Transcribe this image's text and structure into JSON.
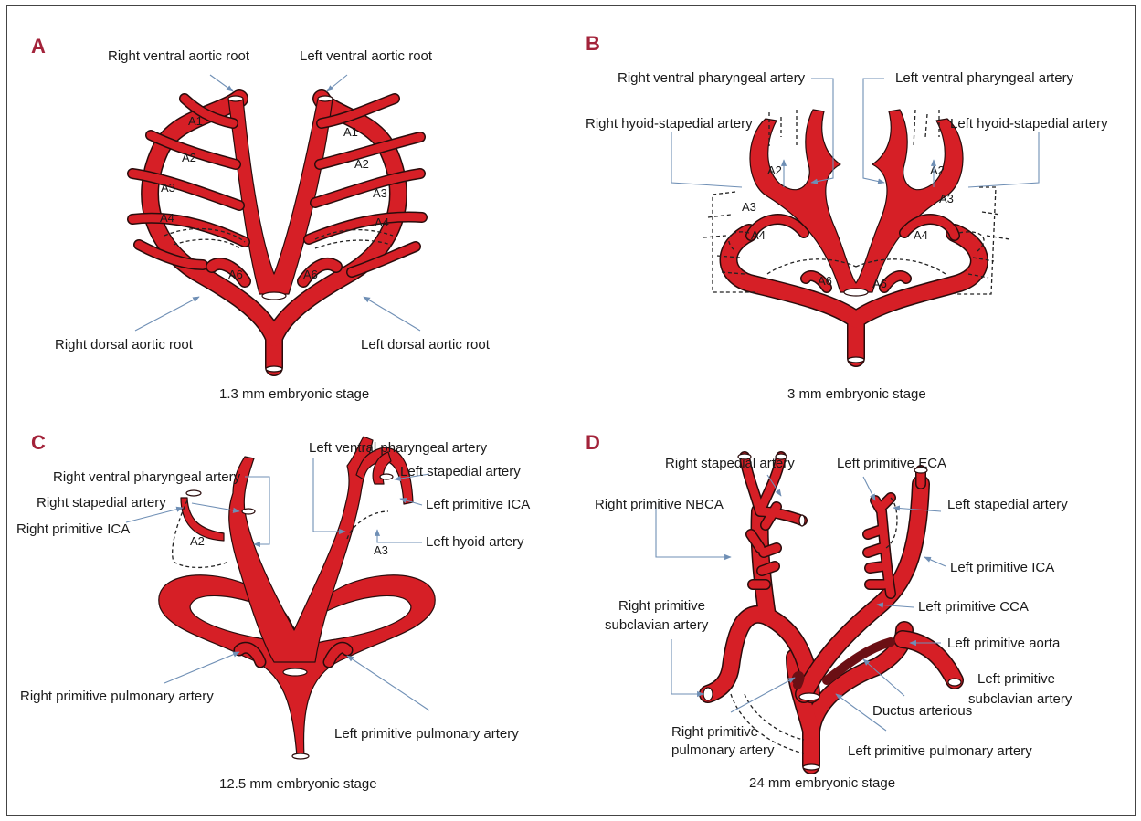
{
  "colors": {
    "artery": "#d61f26",
    "artery_outline": "#2a0c0c",
    "panel_letter": "#a3233a",
    "pointer": "#6f8fb5",
    "ductus": "#6b0f14"
  },
  "panels": {
    "a": {
      "letter": "A",
      "caption": "1.3 mm embryonic stage",
      "labels": {
        "right_ventral_aortic_root": "Right ventral aortic root",
        "left_ventral_aortic_root": "Left ventral aortic root",
        "right_dorsal_aortic_root": "Right dorsal aortic root",
        "left_dorsal_aortic_root": "Left dorsal aortic root"
      },
      "arches": {
        "r_a1": "A1",
        "r_a2": "A2",
        "r_a3": "A3",
        "r_a4": "A4",
        "r_a6": "A6",
        "l_a1": "A1",
        "l_a2": "A2",
        "l_a3": "A3",
        "l_a4": "A4",
        "l_a6": "A6"
      }
    },
    "b": {
      "letter": "B",
      "caption": "3 mm embryonic stage",
      "labels": {
        "right_ventral_pharyngeal_artery": "Right ventral pharyngeal artery",
        "left_ventral_pharyngeal_artery": "Left ventral pharyngeal artery",
        "right_hyoid_stapedial_artery": "Right hyoid-stapedial artery",
        "left_hyoid_stapedial_artery": "Left hyoid-stapedial artery"
      },
      "arches": {
        "r_a2": "A2",
        "r_a3": "A3",
        "r_a4": "A4",
        "r_a6": "A6",
        "l_a2": "A2",
        "l_a3": "A3",
        "l_a4": "A4",
        "l_a6": "A6"
      }
    },
    "c": {
      "letter": "C",
      "caption": "12.5 mm embryonic stage",
      "labels": {
        "right_ventral_pharyngeal_artery": "Right ventral pharyngeal artery",
        "right_stapedial_artery": "Right stapedial artery",
        "right_primitive_ica": "Right primitive ICA",
        "left_ventral_pharyngeal_artery": "Left ventral pharyngeal artery",
        "left_stapedial_artery": "Left stapedial artery",
        "left_primitive_ica": "Left primitive ICA",
        "left_hyoid_artery": "Left hyoid artery",
        "right_primitive_pulmonary_artery": "Right primitive pulmonary artery",
        "left_primitive_pulmonary_artery": "Left primitive pulmonary artery"
      },
      "arches": {
        "r_a2": "A2",
        "l_a3": "A3"
      }
    },
    "d": {
      "letter": "D",
      "caption": "24 mm embryonic stage",
      "labels": {
        "right_stapedial_artery": "Right stapedial artery",
        "right_primitive_nbca": "Right primitive NBCA",
        "right_primitive_subclavian_line1": "Right primitive",
        "right_primitive_subclavian_line2": "subclavian artery",
        "right_primitive_pulmonary_line1": "Right primitive",
        "right_primitive_pulmonary_line2": "pulmonary artery",
        "left_primitive_eca": "Left primitive ECA",
        "left_stapedial_artery": "Left stapedial artery",
        "left_primitive_ica": "Left primitive ICA",
        "left_primitive_cca": "Left primitive CCA",
        "left_primitive_aorta": "Left primitive aorta",
        "left_primitive_subclavian_line1": "Left primitive",
        "left_primitive_subclavian_line2": "subclavian artery",
        "ductus_arterious": "Ductus arterious",
        "left_primitive_pulmonary_artery": "Left primitive pulmonary artery"
      }
    }
  }
}
